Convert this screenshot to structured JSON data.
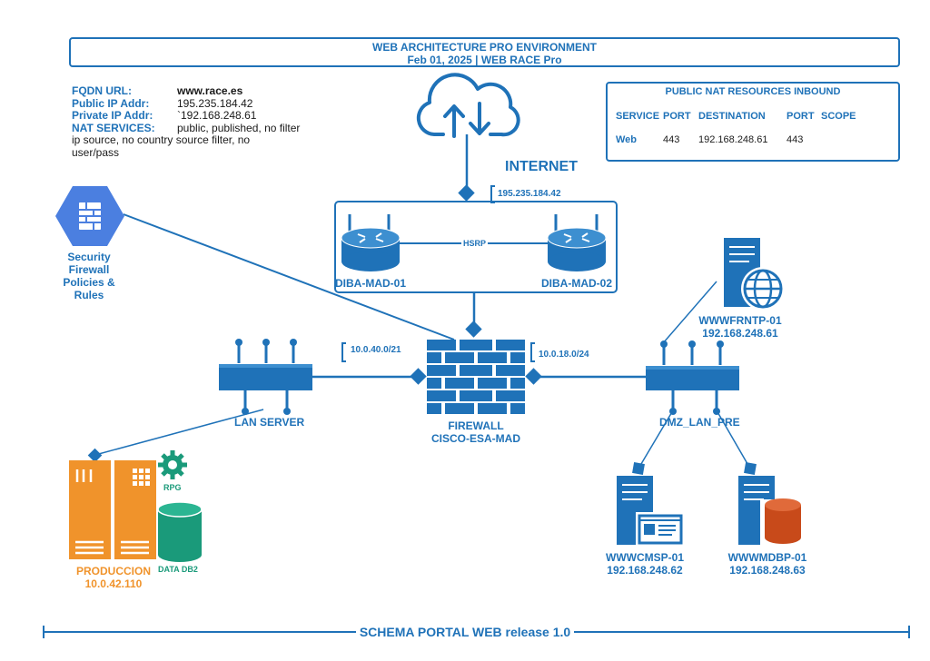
{
  "header": {
    "title": "WEB ARCHITECTURE PRO ENVIRONMENT",
    "subtitle": "Feb 01, 2025 | WEB RACE Pro"
  },
  "info": {
    "fqdn_key": "FQDN URL:",
    "fqdn_val": "www.race.es",
    "pub_key": "Public IP Addr:",
    "pub_val": "195.235.184.42",
    "priv_key": "Private IP Addr:",
    "priv_val": "`192.168.248.61",
    "nat_key": "NAT SERVICES:",
    "nat_val": "public, published, no filter",
    "nat_cont1": "ip source, no country source filter, no",
    "nat_cont2": "user/pass"
  },
  "nat_table": {
    "title": "PUBLIC NAT RESOURCES INBOUND",
    "headers": [
      "SERVICE",
      "PORT",
      "DESTINATION",
      "PORT",
      "SCOPE"
    ],
    "row": [
      "Web",
      "443",
      "192.168.248.61",
      "443",
      ""
    ]
  },
  "internet": {
    "label": "INTERNET",
    "ip": "195.235.184.42"
  },
  "routers": {
    "left": "DIBA-MAD-01",
    "right": "DIBA-MAD-02",
    "link": "HSRP"
  },
  "security": {
    "line1": "Security",
    "line2": "Firewall",
    "line3": "Policies &",
    "line4": "Rules"
  },
  "firewall": {
    "line1": "FIREWALL",
    "line2": "CISCO-ESA-MAD",
    "net_left": "10.0.40.0/21",
    "net_right": "10.0.18.0/24"
  },
  "lan": {
    "label": "LAN SERVER"
  },
  "dmz": {
    "label": "DMZ_LAN_PRE"
  },
  "servers": {
    "ntp": {
      "name": "WWWFRNTP-01",
      "ip": "192.168.248.61"
    },
    "cms": {
      "name": "WWWCMSP-01",
      "ip": "192.168.248.62"
    },
    "db": {
      "name": "WWWMDBP-01",
      "ip": "192.168.248.63"
    }
  },
  "prod": {
    "name": "PRODUCCION",
    "ip": "10.0.42.110",
    "rpg": "RPG",
    "db2": "DATA DB2"
  },
  "footer": {
    "text": "SCHEMA PORTAL WEB release 1.0"
  },
  "colors": {
    "accent": "#1f72b8",
    "dark": "#1f3c6b",
    "orange": "#f0932b",
    "green": "#1a9a7a",
    "red": "#c0392b"
  }
}
